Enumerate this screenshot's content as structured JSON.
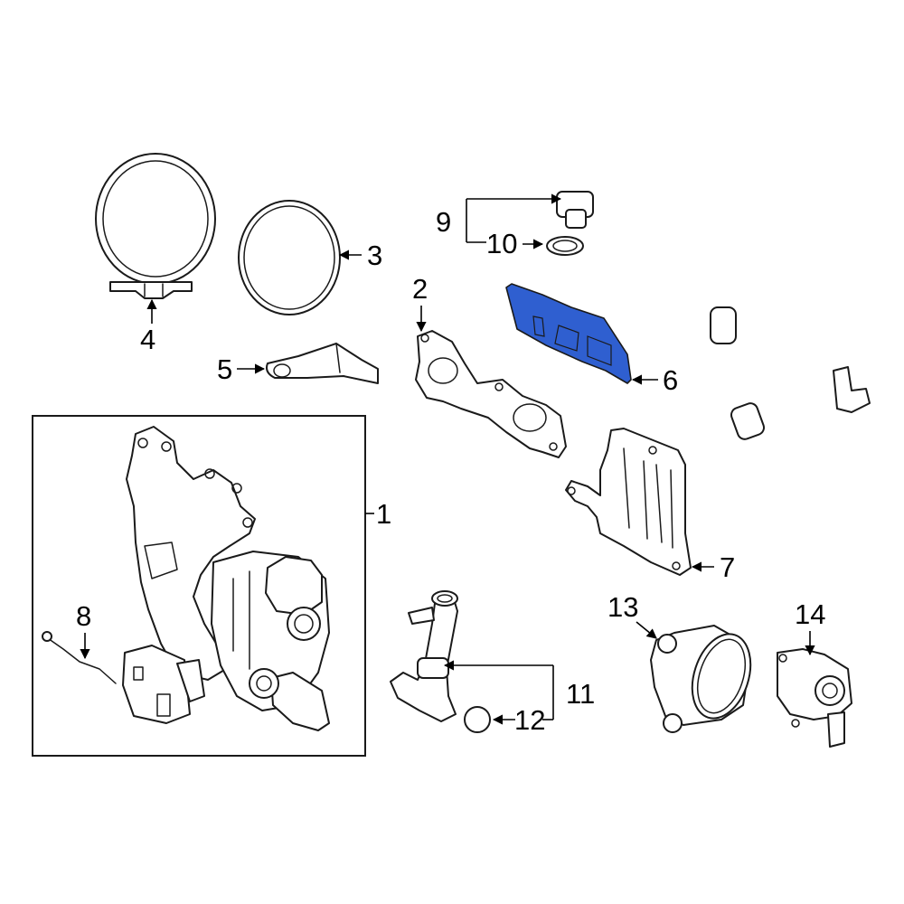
{
  "diagram": {
    "type": "exploded-parts-diagram",
    "highlight_color": "#2f5fd0",
    "callouts": [
      {
        "id": "1",
        "label": "1"
      },
      {
        "id": "2",
        "label": "2"
      },
      {
        "id": "3",
        "label": "3"
      },
      {
        "id": "4",
        "label": "4"
      },
      {
        "id": "5",
        "label": "5"
      },
      {
        "id": "6",
        "label": "6",
        "highlighted": true
      },
      {
        "id": "7",
        "label": "7"
      },
      {
        "id": "8",
        "label": "8"
      },
      {
        "id": "9",
        "label": "9"
      },
      {
        "id": "10",
        "label": "10"
      },
      {
        "id": "11",
        "label": "11"
      },
      {
        "id": "12",
        "label": "12"
      },
      {
        "id": "13",
        "label": "13"
      },
      {
        "id": "14",
        "label": "14"
      }
    ]
  }
}
